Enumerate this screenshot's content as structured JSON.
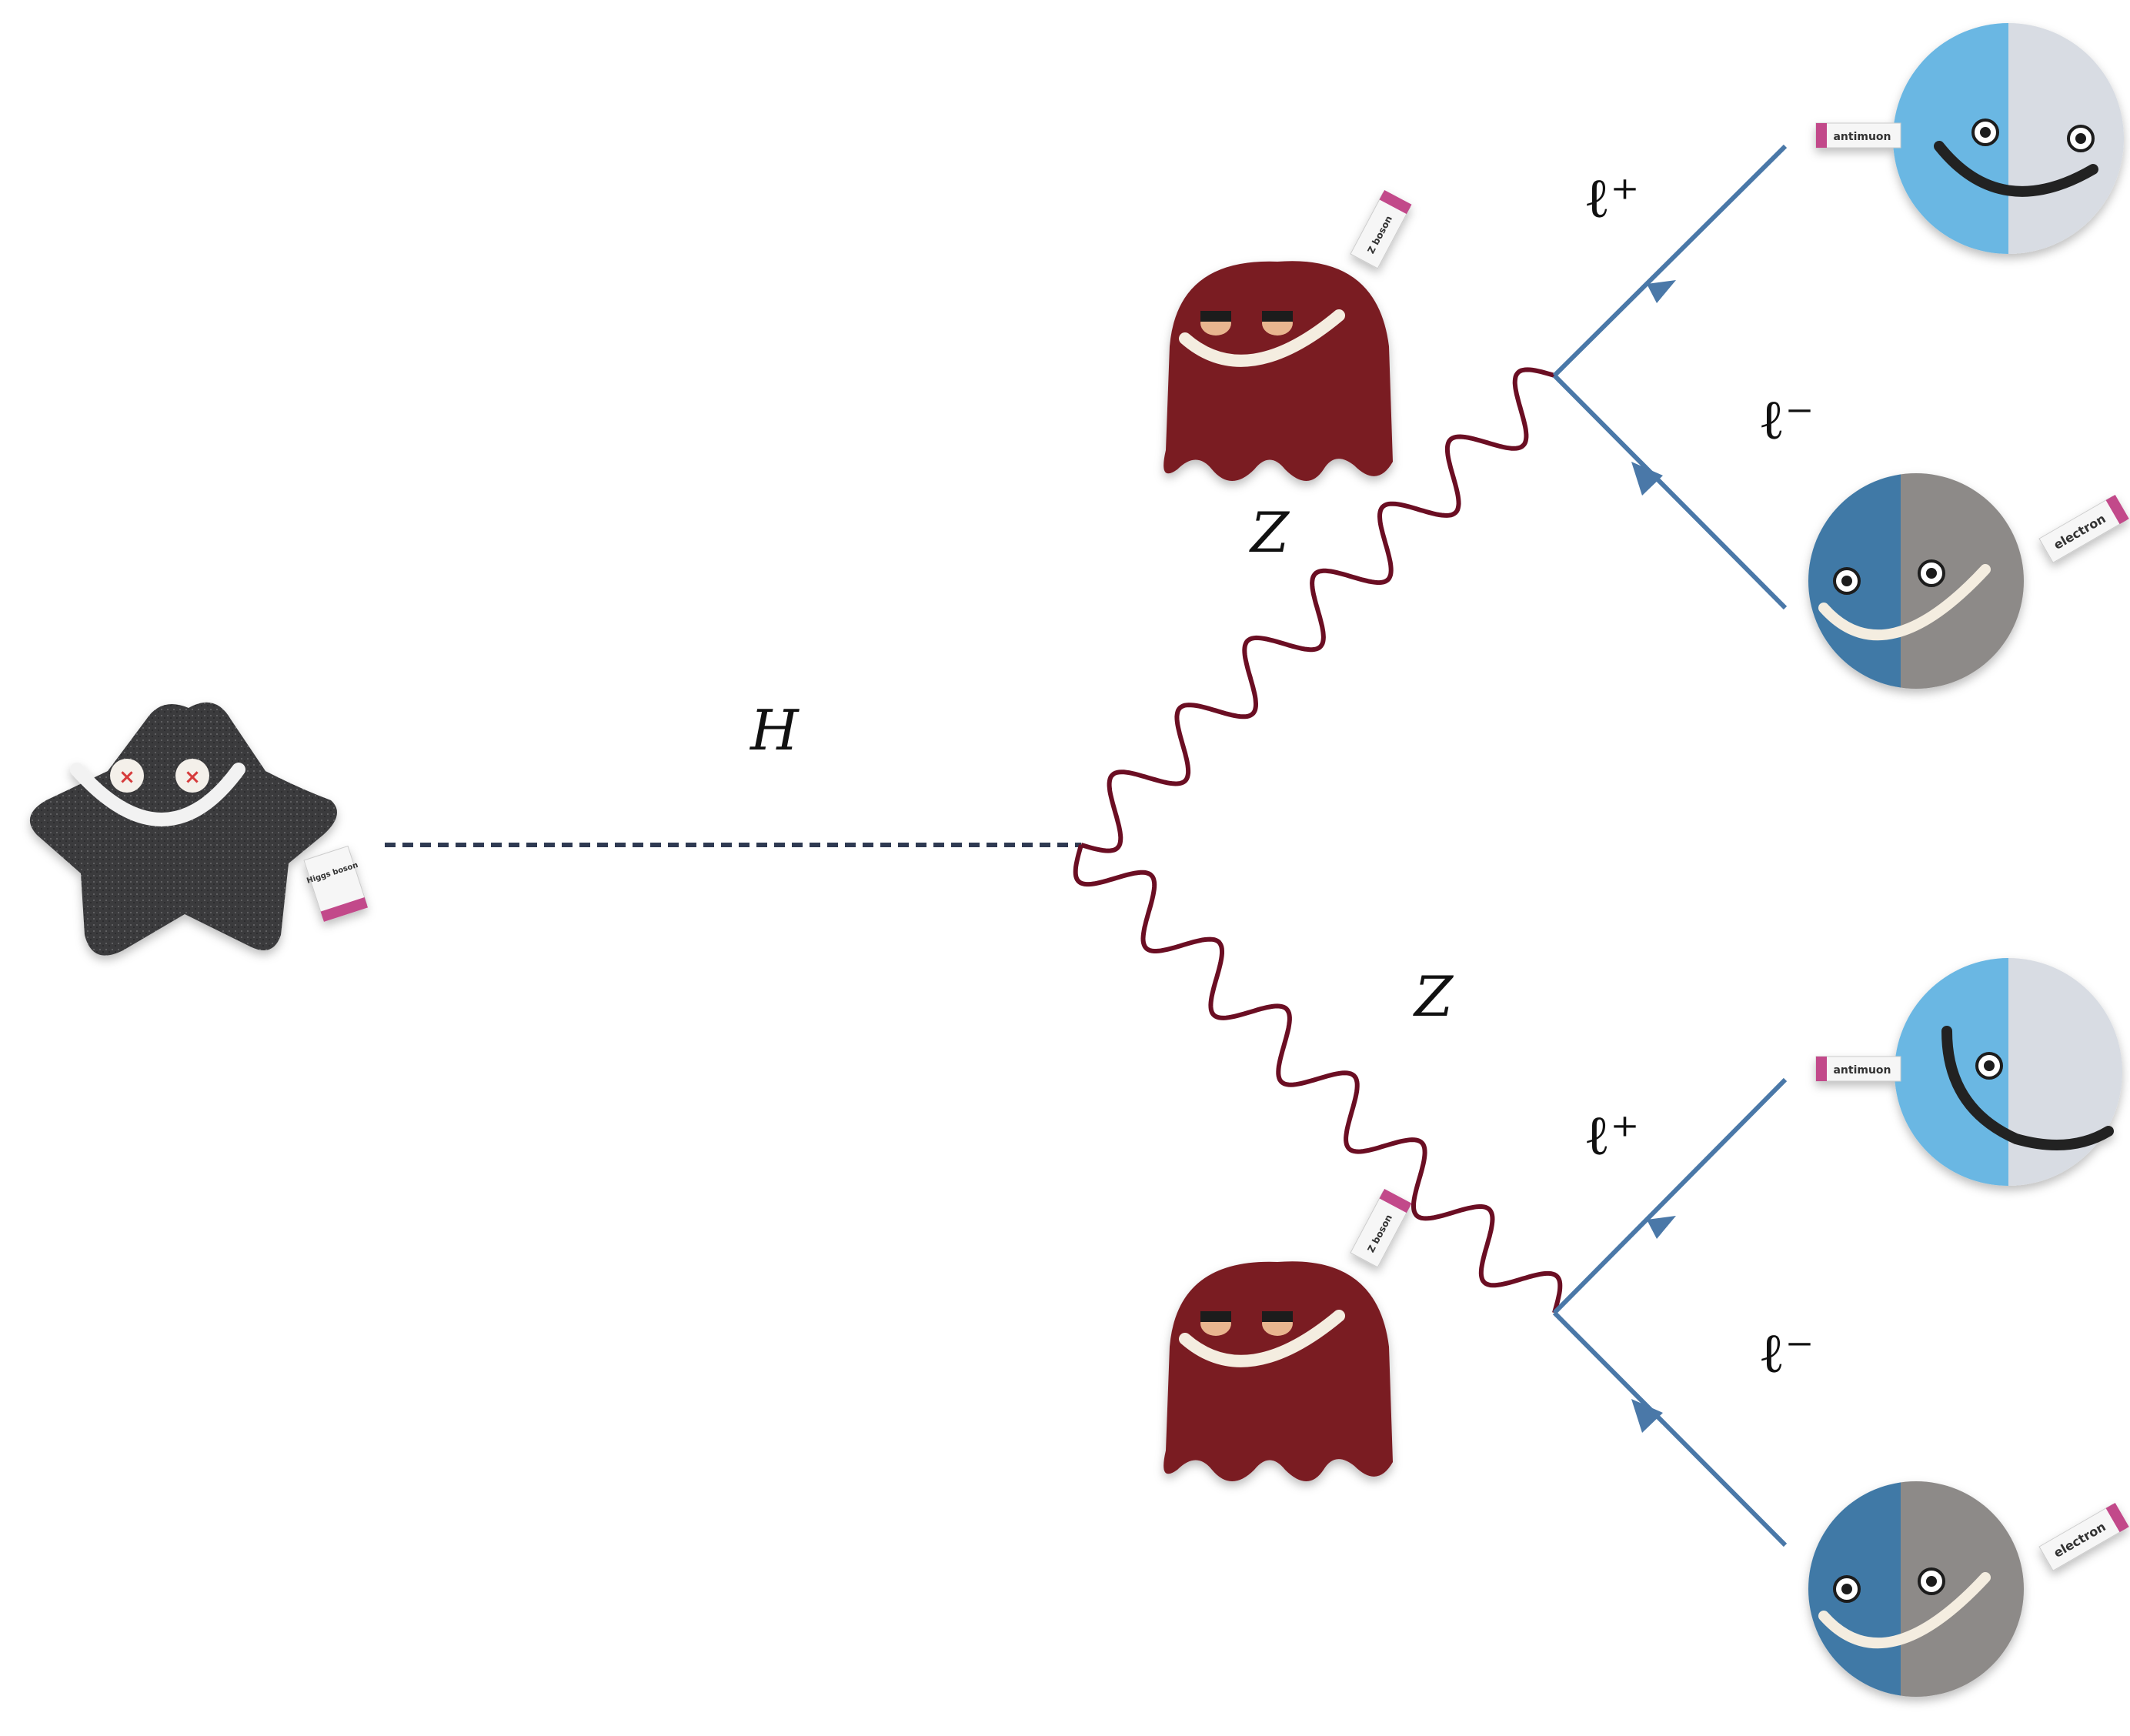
{
  "diagram": {
    "higgs_line_label": "H",
    "z_upper_label": "Z",
    "z_lower_label": "Z",
    "upper_lplus_label": "ℓ⁺",
    "upper_lminus_label": "ℓ⁻",
    "lower_lplus_label": "ℓ⁺",
    "lower_lminus_label": "ℓ⁻"
  },
  "plush_tags": {
    "higgs": "Higgs boson",
    "z_upper": "Z boson",
    "z_lower": "Z boson",
    "antimuon_upper": "antimuon",
    "electron_upper": "electron",
    "antimuon_lower": "antimuon",
    "electron_lower": "electron"
  },
  "colors": {
    "higgs_line": "#2f3a52",
    "z_boson_line": "#6b0e23",
    "fermion_line": "#4a78a8",
    "higgs_plush": "#3a3a3c",
    "z_plush": "#7a1a24",
    "antimuon_light": "#6ab7e3",
    "antimuon_grey": "#d8dce3",
    "electron_blue": "#3f79a6",
    "electron_grey": "#8d8a88",
    "tag_pink": "#c2488a"
  }
}
